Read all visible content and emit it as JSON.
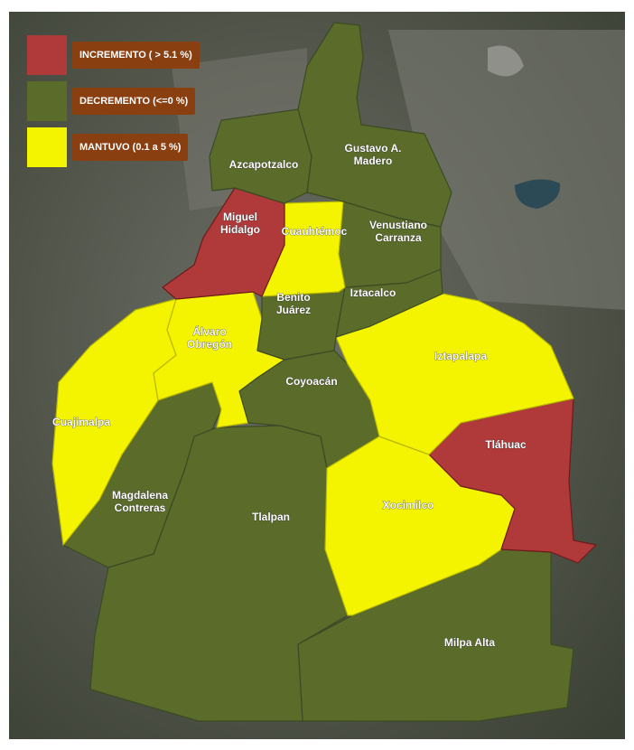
{
  "colors": {
    "increment": "#b03a3a",
    "decrement": "#5a6b2a",
    "maintained": "#f4f400",
    "legend_label_bg": "#8a3f10"
  },
  "legend": [
    {
      "category": "increment",
      "label": "INCREMENTO ( > 5.1 %)"
    },
    {
      "category": "decrement",
      "label": "DECREMENTO (<=0 %)"
    },
    {
      "category": "maintained",
      "label": "MANTUVO (0.1 a 5 %)"
    }
  ],
  "boroughs": [
    {
      "id": "gam",
      "lines": [
        "Gustavo A.",
        "Madero"
      ],
      "category": "decrement"
    },
    {
      "id": "azc",
      "lines": [
        "Azcapotzalco"
      ],
      "category": "decrement"
    },
    {
      "id": "mh",
      "lines": [
        "Miguel",
        "Hidalgo"
      ],
      "category": "increment"
    },
    {
      "id": "cuau",
      "lines": [
        "Cuauhtémoc"
      ],
      "category": "maintained"
    },
    {
      "id": "vc",
      "lines": [
        "Venustiano",
        "Carranza"
      ],
      "category": "decrement"
    },
    {
      "id": "bj",
      "lines": [
        "Benito",
        "Juárez"
      ],
      "category": "decrement"
    },
    {
      "id": "izc",
      "lines": [
        "Iztacalco"
      ],
      "category": "decrement"
    },
    {
      "id": "ao",
      "lines": [
        "Álvaro",
        "Obregón"
      ],
      "category": "maintained"
    },
    {
      "id": "izp",
      "lines": [
        "Iztapalapa"
      ],
      "category": "maintained"
    },
    {
      "id": "coy",
      "lines": [
        "Coyoacán"
      ],
      "category": "decrement"
    },
    {
      "id": "cuaj",
      "lines": [
        "Cuajimalpa"
      ],
      "category": "maintained"
    },
    {
      "id": "tlh",
      "lines": [
        "Tláhuac"
      ],
      "category": "increment"
    },
    {
      "id": "mc",
      "lines": [
        "Magdalena",
        "Contreras"
      ],
      "category": "decrement"
    },
    {
      "id": "tlp",
      "lines": [
        "Tlalpan"
      ],
      "category": "decrement"
    },
    {
      "id": "xoc",
      "lines": [
        "Xocimilco"
      ],
      "category": "maintained"
    },
    {
      "id": "ma",
      "lines": [
        "Milpa Alta"
      ],
      "category": "decrement"
    }
  ]
}
